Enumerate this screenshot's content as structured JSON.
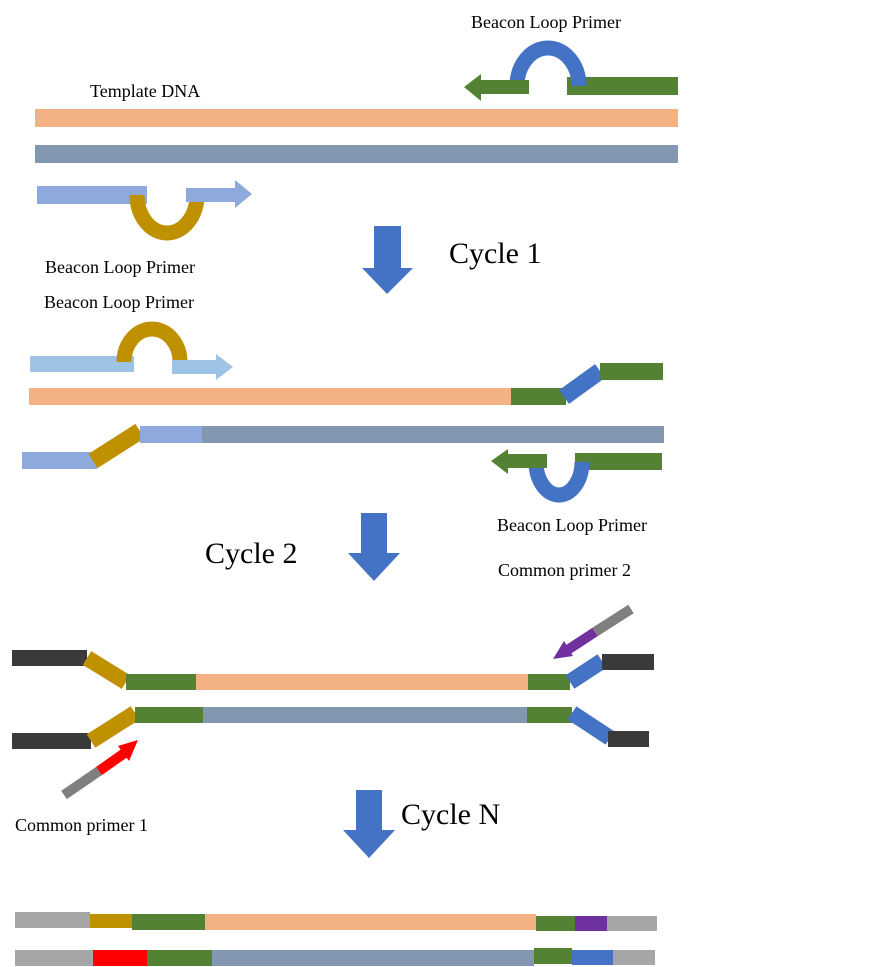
{
  "labels": {
    "template_dna": "Template DNA",
    "beacon_loop_primer_1": "Beacon Loop Primer",
    "beacon_loop_primer_2": "Beacon Loop Primer",
    "beacon_loop_primer_3": "Beacon Loop Primer",
    "beacon_loop_primer_4": "Beacon Loop Primer",
    "common_primer_1": "Common primer 1",
    "common_primer_2": "Common primer 2"
  },
  "cycles": {
    "cycle_1": "Cycle 1",
    "cycle_2": "Cycle 2",
    "cycle_n": "Cycle N"
  },
  "colors": {
    "template_top": "#F4B183",
    "template_bottom": "#8497B0",
    "primer_light_blue": "#8EA9DB",
    "primer_lighter_blue": "#9DC3E6",
    "primer_green": "#548235",
    "loop_blue": "#4472C4",
    "loop_gold": "#BF9000",
    "adapter_dark": "#3A3A3A",
    "adapter_grey": "#A6A6A6",
    "primer_grey": "#7F7F7F",
    "purple": "#7030A0",
    "red": "#FF0000",
    "cycle_arrow": "#4472C4"
  }
}
